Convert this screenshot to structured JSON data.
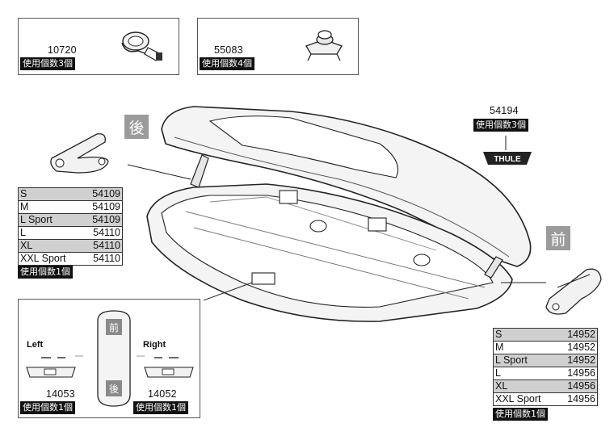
{
  "top_left": {
    "part_number": "10720",
    "quantity": "使用個数3個",
    "icon": "strap-icon"
  },
  "top_middle": {
    "part_number": "55083",
    "quantity": "使用個数4個",
    "icon": "mount-knob-icon"
  },
  "logo_part": {
    "part_number": "54194",
    "quantity": "使用個数3個",
    "logo_text": "THULE"
  },
  "labels": {
    "rear": "後",
    "front": "前"
  },
  "hinge_table": {
    "rows": [
      {
        "size": "S",
        "part": "54109"
      },
      {
        "size": "M",
        "part": "54109"
      },
      {
        "size": "L Sport",
        "part": "54109"
      },
      {
        "size": "L",
        "part": "54110"
      },
      {
        "size": "XL",
        "part": "54110"
      },
      {
        "size": "XXL Sport",
        "part": "54110"
      }
    ],
    "quantity": "使用個数1個"
  },
  "front_table": {
    "rows": [
      {
        "size": "S",
        "part": "14952"
      },
      {
        "size": "M",
        "part": "14952"
      },
      {
        "size": "L Sport",
        "part": "14952"
      },
      {
        "size": "L",
        "part": "14956"
      },
      {
        "size": "XL",
        "part": "14956"
      },
      {
        "size": "XXL Sport",
        "part": "14956"
      }
    ],
    "quantity": "使用個数1個"
  },
  "lock_panel": {
    "left_label": "Left",
    "right_label": "Right",
    "left_part": "14053",
    "right_part": "14052",
    "left_quantity": "使用個数1個",
    "right_quantity": "使用個数1個",
    "front_mark": "前",
    "rear_mark": "後"
  }
}
